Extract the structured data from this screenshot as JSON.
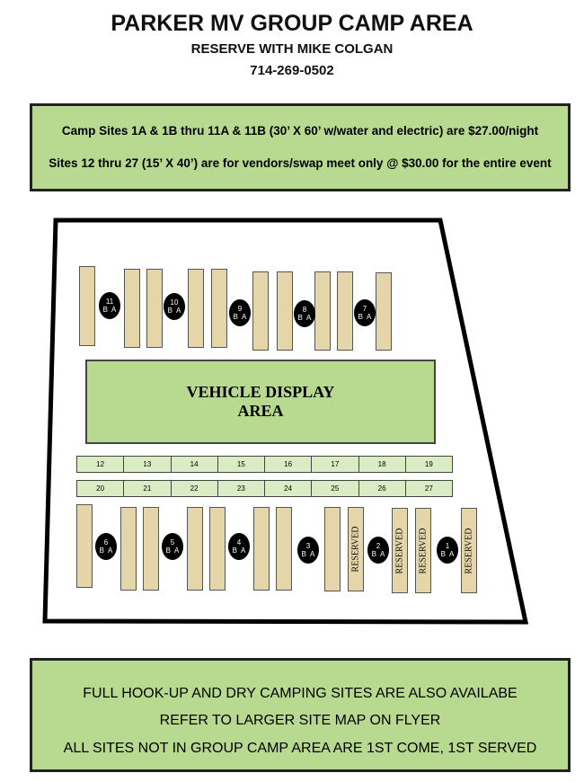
{
  "title": "PARKER MV GROUP CAMP AREA",
  "subtitle": "RESERVE WITH MIKE COLGAN",
  "phone": "714-269-0502",
  "pricing": [
    "Camp Sites 1A & 1B thru 11A & 11B (30’ X 60’ w/water and electric) are $27.00/night",
    "Sites 12 thru 27 (15’ X 40’) are for vendors/swap meet only @ $30.00 for the entire event"
  ],
  "vehicle_area": [
    "VEHICLE DISPLAY",
    "AREA"
  ],
  "top_sites": [
    "11",
    "10",
    "9",
    "8",
    "7"
  ],
  "bottom_sites": [
    "6",
    "5",
    "4",
    "3",
    "2",
    "1"
  ],
  "ba": "B  A",
  "reserved": "RESERVED",
  "vendor_row1": [
    "12",
    "13",
    "14",
    "15",
    "16",
    "17",
    "18",
    "19"
  ],
  "vendor_row2": [
    "20",
    "21",
    "22",
    "23",
    "24",
    "25",
    "26",
    "27"
  ],
  "notes": [
    "FULL HOOK-UP AND DRY CAMPING SITES ARE ALSO AVAILABE",
    "REFER TO LARGER SITE MAP ON FLYER",
    "ALL SITES NOT IN GROUP CAMP AREA ARE 1ST COME, 1ST SERVED"
  ],
  "colors": {
    "green": "#b8d990",
    "tan": "#e4d6a8"
  }
}
